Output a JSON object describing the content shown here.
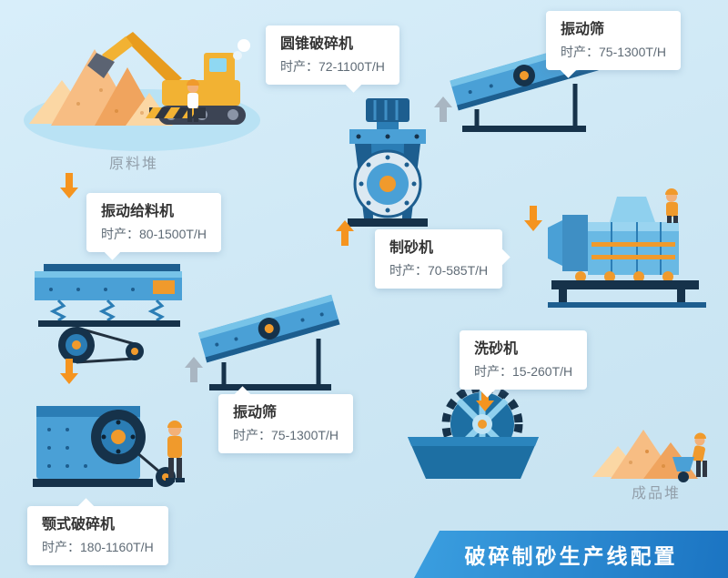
{
  "colors": {
    "background": "#cde7f4",
    "accent_orange": "#f5941f",
    "arrow_gray": "#a9b6c2",
    "machine_blue": "#4aa0d6",
    "machine_dark": "#16324a",
    "banner_blue": "#1b74c2"
  },
  "scene": {
    "raw_label": "原料堆",
    "product_label": "成品堆"
  },
  "banner": {
    "title": "破碎制砂生产线配置"
  },
  "equipment": [
    {
      "name": "振动给料机",
      "capacity": "时产：80-1500T/H"
    },
    {
      "name": "圆锥破碎机",
      "capacity": "时产：72-1100T/H"
    },
    {
      "name": "振动筛",
      "capacity": "时产：75-1300T/H"
    },
    {
      "name": "制砂机",
      "capacity": "时产：70-585T/H"
    },
    {
      "name": "振动筛",
      "capacity": "时产：75-1300T/H"
    },
    {
      "name": "洗砂机",
      "capacity": "时产：15-260T/H"
    },
    {
      "name": "颚式破碎机",
      "capacity": "时产：180-1160T/H"
    }
  ]
}
